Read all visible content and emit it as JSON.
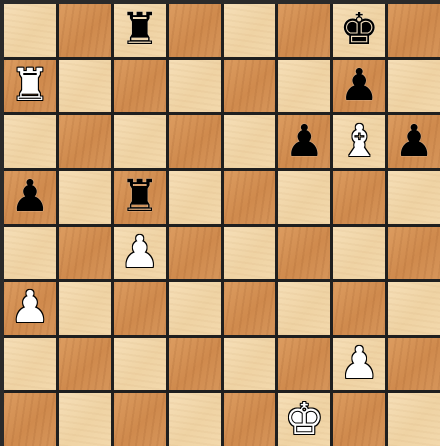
{
  "board": {
    "orientation": "white-bottom",
    "light_square_color": "#f3d9ad",
    "dark_square_color": "#d6955a",
    "ranks": [
      [
        "",
        "",
        "r",
        "",
        "",
        "",
        "k",
        ""
      ],
      [
        "R",
        "",
        "",
        "",
        "",
        "",
        "p",
        ""
      ],
      [
        "",
        "",
        "",
        "",
        "",
        "p",
        "B",
        "p"
      ],
      [
        "p",
        "",
        "r",
        "",
        "",
        "",
        "",
        ""
      ],
      [
        "",
        "",
        "P",
        "",
        "",
        "",
        "",
        ""
      ],
      [
        "P",
        "",
        "",
        "",
        "",
        "",
        "",
        ""
      ],
      [
        "",
        "",
        "",
        "",
        "",
        "",
        "P",
        ""
      ],
      [
        "",
        "",
        "",
        "",
        "",
        "K",
        "",
        ""
      ]
    ]
  },
  "pieces": {
    "K": {
      "name": "white-king",
      "glyph": "♚"
    },
    "Q": {
      "name": "white-queen",
      "glyph": "♛"
    },
    "R": {
      "name": "white-rook",
      "glyph": "♜"
    },
    "B": {
      "name": "white-bishop",
      "glyph": "♝"
    },
    "N": {
      "name": "white-knight",
      "glyph": "♞"
    },
    "P": {
      "name": "white-pawn",
      "glyph": "♟"
    },
    "k": {
      "name": "black-king",
      "glyph": "♚"
    },
    "q": {
      "name": "black-queen",
      "glyph": "♛"
    },
    "r": {
      "name": "black-rook",
      "glyph": "♜"
    },
    "b": {
      "name": "black-bishop",
      "glyph": "♝"
    },
    "n": {
      "name": "black-knight",
      "glyph": "♞"
    },
    "p": {
      "name": "black-pawn",
      "glyph": "♟"
    }
  }
}
